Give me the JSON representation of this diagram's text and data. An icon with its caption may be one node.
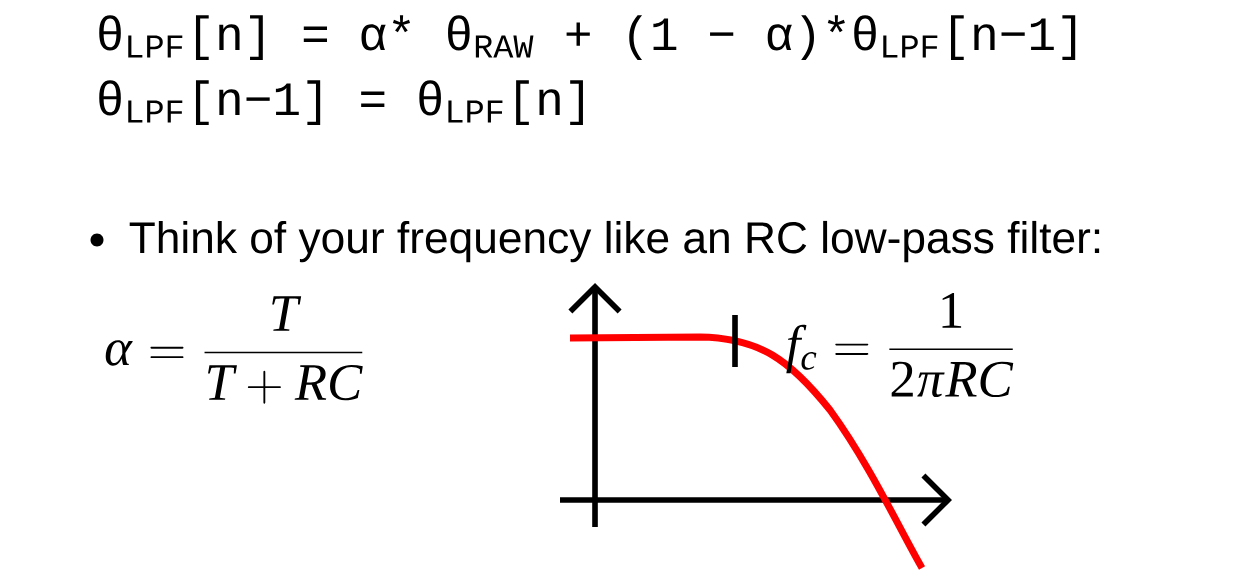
{
  "diagram": {
    "labels": [
      "θ$_{LPF}$[n] = α* θ$_{RAW}$ + (1 − α)*θ$_{LPF}$[n−1]",
      "θ$_{LPF}$[n−1] = θ$_{LPF}$[n]",
      "Think of your frequency like an RC low-pass filter:",
      "\\alpha = \\frac{T}{T+RC}",
      "f_c = \\frac{1}{2\\pi RC}"
    ]
  }
}
